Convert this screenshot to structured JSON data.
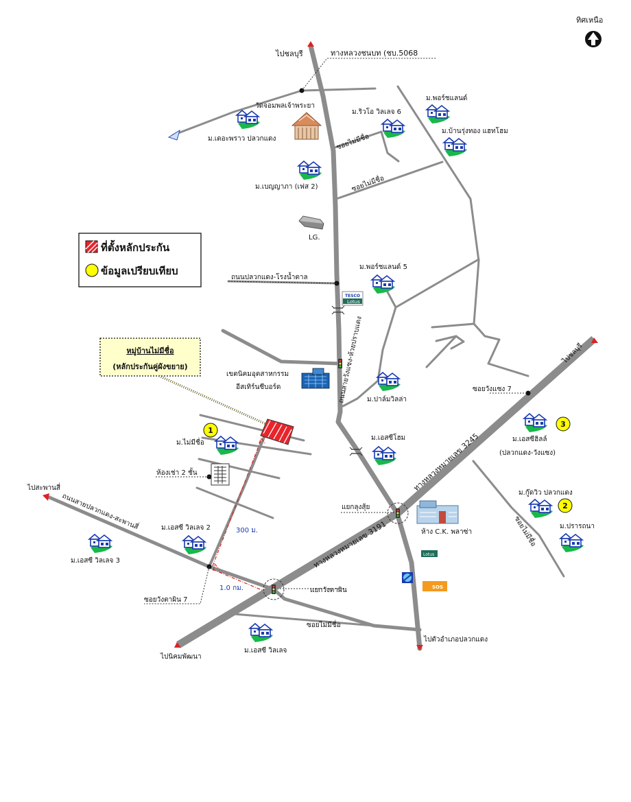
{
  "north": {
    "label": "ทิศเหนือ"
  },
  "legend": {
    "collateral_label": "ที่ตั้งหลักประกัน",
    "comparable_label": "ข้อมูลเปรียบเทียบ",
    "collateral_color": "#e8252b",
    "comparable_color": "#ffff00"
  },
  "callout": {
    "line1": "หมู่บ้านไม่มีชื่อ",
    "line2": "(หลักประกันคู่ผังขยาย)"
  },
  "destinations": {
    "chonburi_top": "ไปชลบุรี",
    "chonburi_right": "ไปชลบุรี",
    "sapan_si": "ไปสะพานสี่",
    "nikhom_phatthana": "ไปนิคมพัฒนา",
    "amphoe_pluak_daeng": "ไปตัวอำเภอปลวกแดง"
  },
  "roads": {
    "khonbot": "ทางหลวงชนบท (ชบ.5068",
    "soi_no_name_1": "ซอยไม่มีชื่อ",
    "soi_no_name_2": "ซอยไม่มีชื่อ",
    "soi_no_name_3": "ซอยไม่มีชื่อ",
    "soi_no_name_4": "ซอยไม่มีชื่อ",
    "pluak_daeng_rong_namtan": "ถนนปลวกแดง-โรงน้ำตาล",
    "wang_yang_huai_prap": "ถนนสายวังแซง-ห้วยปราบแดง",
    "soi_wang_yang_7": "ซอยวังแซง 7",
    "hwy_3245": "ทางหลวงหมายเลข 3245",
    "hwy_3191": "ทางหลวงหมายเลข 3191",
    "pluak_daeng_sapan_si": "ถนนสายปลวกแดง-สะพานสี่",
    "soi_wang_ta_phin_7": "ซอยวังตาผิน 7",
    "yaek_wang_ta_phin": "แยกวังตาผิน",
    "yaek_lung_sui": "แยกลุงสุ้ย"
  },
  "places": {
    "wat": "วัดจอมพลเจ้าพระยา",
    "the_praw": "ม.เดอะพราว ปลวกแดง",
    "river_villa_6": "ม.ริวโอ วิลเลจ 6",
    "porch_land": "ม.พอร์ชแลนด์",
    "ban_rung_thong": "ม.บ้านรุ่งทอง แฮทโฮม",
    "benyapha_2": "ม.เบญญาภา (เฟส 2)",
    "lg": "LG.",
    "porch_land_5": "ม.พอร์ชแลนด์ 5",
    "tesco_top": "TESCO",
    "tesco_bottom": "Lotus",
    "eastern_seaboard_1": "เขตนิคมอุตสาหกรรม",
    "eastern_seaboard_2": "อีสเทิร์นซีบอร์ด",
    "palm_villa": "ม.ปาล์มวิลล่า",
    "no_name_village": "ม.ไม่มีชื่อ",
    "apartment": "ห้องเช่า 2 ชั้น",
    "esc_home": "ม.เอสซีโฮม",
    "esc_hill": "ม.เอสซีฮิลล์",
    "esc_hill_sub": "(ปลวกแดง-วังแซง)",
    "good_view": "ม.กู๊ดวิว ปลวกแดง",
    "prarthana": "ม.ปรารถนา",
    "ck_plaza": "ห้าง C.K. พลาซ่า",
    "esc_village_2": "ม.เอสซี วิลเลจ 2",
    "esc_village_3": "ม.เอสซี วิลเลจ 3",
    "esc_village": "ม.เอสซี วิลเลจ",
    "small_lotus": "Lotus",
    "sos": "SOS"
  },
  "distances": {
    "d300": "300 ม.",
    "d1km": "1.0 กม."
  },
  "markers": {
    "m1": "1",
    "m2": "2",
    "m3": "3"
  },
  "icons": [
    "north-arrow-icon",
    "house-icon",
    "temple-icon",
    "factory-icon",
    "traffic-light-icon",
    "building-icon",
    "bridge-icon"
  ]
}
